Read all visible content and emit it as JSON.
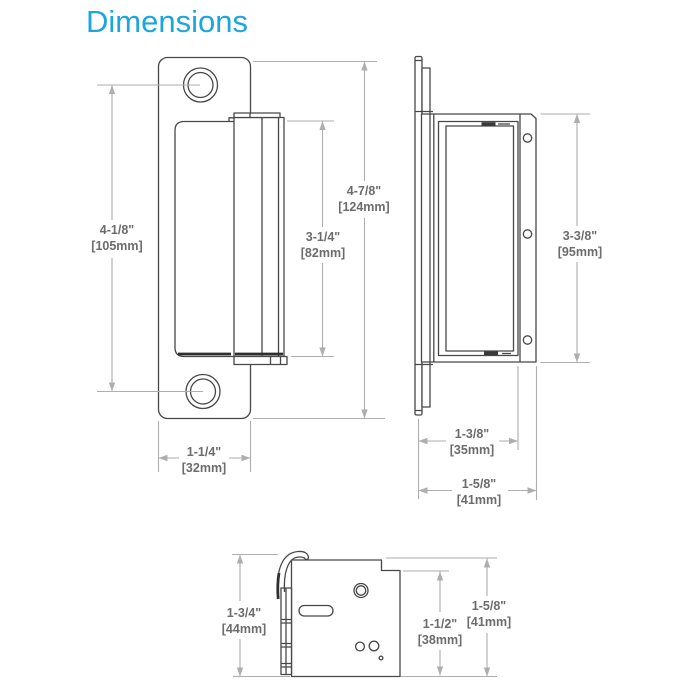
{
  "title": "Dimensions",
  "colors": {
    "accent": "#1ca6e0",
    "part_line": "#474747",
    "dimension_line": "#aeaeae",
    "dimension_text": "#6c6c6c"
  },
  "views": {
    "front": {
      "dims": {
        "plate_height": {
          "in": "4-1/8\"",
          "mm": "[105mm]"
        },
        "overall_height": {
          "in": "4-7/8\"",
          "mm": "[124mm]"
        },
        "keeper_height": {
          "in": "3-1/4\"",
          "mm": "[82mm]"
        },
        "plate_width": {
          "in": "1-1/4\"",
          "mm": "[32mm]"
        }
      }
    },
    "side": {
      "dims": {
        "body_height": {
          "in": "3-3/8\"",
          "mm": "[95mm]"
        },
        "depth_inner": {
          "in": "1-3/8\"",
          "mm": "[35mm]"
        },
        "depth_overall": {
          "in": "1-5/8\"",
          "mm": "[41mm]"
        }
      }
    },
    "bottom": {
      "dims": {
        "height_overall": {
          "in": "1-3/4\"",
          "mm": "[44mm]"
        },
        "body_height": {
          "in": "1-1/2\"",
          "mm": "[38mm]"
        },
        "height_right": {
          "in": "1-5/8\"",
          "mm": "[41mm]"
        }
      }
    }
  }
}
